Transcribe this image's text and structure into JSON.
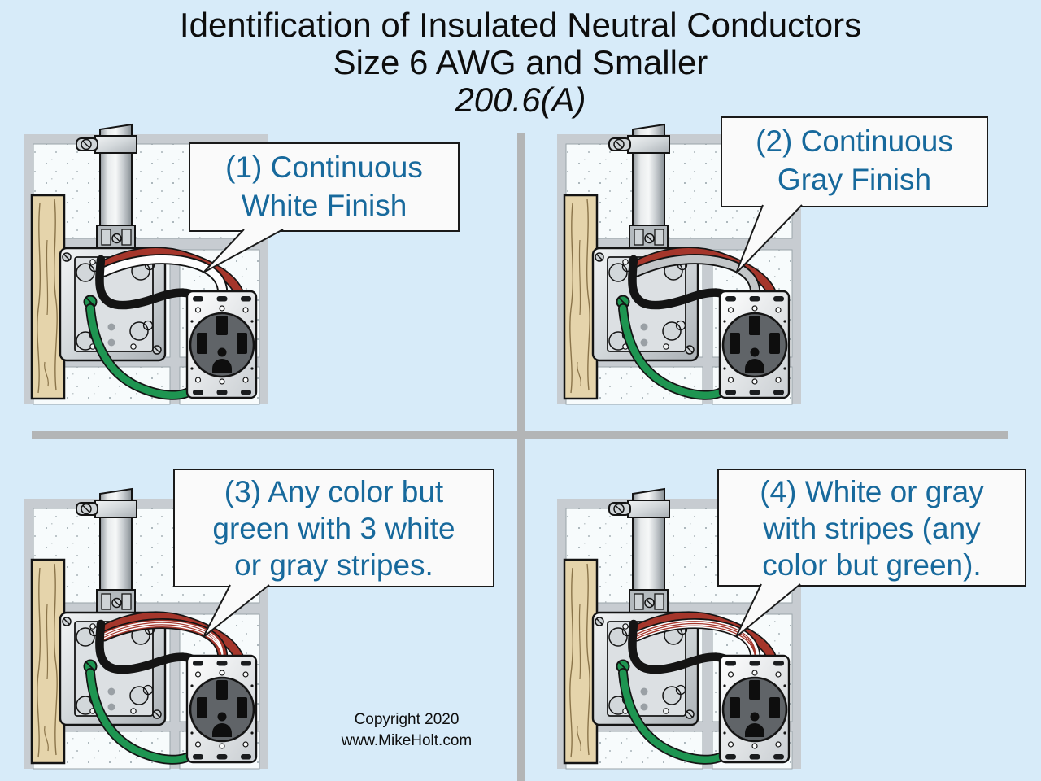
{
  "title": {
    "line1": "Identification of Insulated Neutral Conductors",
    "line2": "Size 6 AWG and Smaller",
    "line3": "200.6(A)"
  },
  "quadrants": [
    {
      "number": "1",
      "label_lines": [
        "(1) Continuous",
        "White Finish"
      ],
      "neutral_wire": "continuous white finish",
      "neutral_style": "white"
    },
    {
      "number": "2",
      "label_lines": [
        "(2) Continuous",
        "Gray Finish"
      ],
      "neutral_wire": "continuous gray finish",
      "neutral_style": "gray"
    },
    {
      "number": "3",
      "label_lines": [
        "(3) Any color but",
        "green with 3 white",
        "or gray stripes."
      ],
      "neutral_wire": "red with three white stripes",
      "neutral_style": "red-white-stripes"
    },
    {
      "number": "4",
      "label_lines": [
        "(4) White or gray",
        "with stripes (any",
        "color but green)."
      ],
      "neutral_wire": "white with red stripes",
      "neutral_style": "white-red-stripes"
    }
  ],
  "footer": {
    "line1": "Copyright 2020",
    "line2": "www.MikeHolt.com"
  },
  "colors": {
    "background": "#d7ebf9",
    "divider": "#b3b5b6",
    "callout_text": "#17699c",
    "callout_bg": "#fafafa",
    "callout_border": "#1a1a1a",
    "wire_red": "#a5362b",
    "wire_green": "#1e9551",
    "wire_white": "#fdfdfd",
    "wire_gray": "#c2c6c8",
    "wire_black": "#141414",
    "wood": "#e5d4ab",
    "mortar": "#c7ccd1",
    "block_face": "#f7fbfc",
    "metal_light": "#f2f4f5",
    "metal_dark": "#9aa0a5",
    "outlet_face": "#606468"
  }
}
